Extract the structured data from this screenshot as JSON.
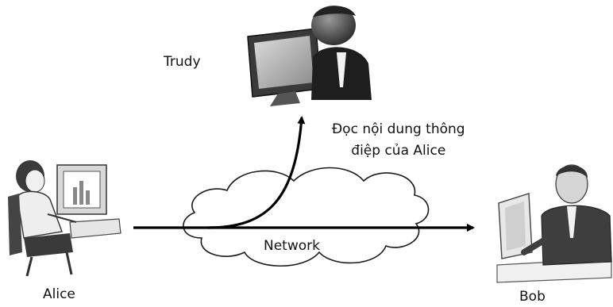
{
  "labels": {
    "trudy": "Trudy",
    "alice": "Alice",
    "bob": "Bob",
    "network": "Network",
    "annotation_line1": "Đọc nội dung thông",
    "annotation_line2": "điệp của Alice"
  },
  "actors": [
    {
      "name": "Alice",
      "icon": "woman-at-computer-icon"
    },
    {
      "name": "Trudy",
      "icon": "man-at-computer-icon"
    },
    {
      "name": "Bob",
      "icon": "man-at-desk-icon"
    }
  ],
  "colors": {
    "arrow": "#000000",
    "cloud_fill": "#ffffff",
    "cloud_stroke": "#1a1a1a"
  }
}
